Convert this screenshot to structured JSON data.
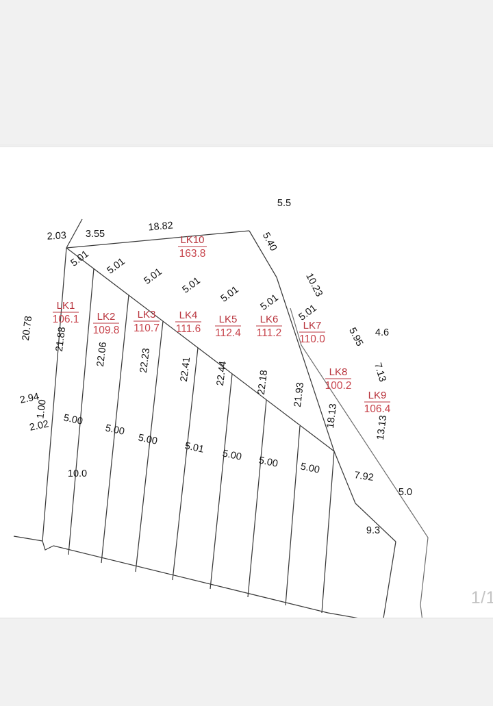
{
  "viewer": {
    "page_indicator": "1/1",
    "background_color": "#f1f1f1",
    "page_color": "#ffffff"
  },
  "plan": {
    "title": "",
    "lot_label_color": "#b8333c",
    "line_color": "#3a3a3a",
    "road_line_color": "#6e6e6e"
  },
  "lots": [
    {
      "id": "LK1",
      "area": "106.1"
    },
    {
      "id": "LK2",
      "area": "109.8"
    },
    {
      "id": "LK3",
      "area": "110.7"
    },
    {
      "id": "LK4",
      "area": "111.6"
    },
    {
      "id": "LK5",
      "area": "112.4"
    },
    {
      "id": "LK6",
      "area": "111.2"
    },
    {
      "id": "LK7",
      "area": "110.0"
    },
    {
      "id": "LK8",
      "area": "100.2"
    },
    {
      "id": "LK9",
      "area": "106.4"
    },
    {
      "id": "LK10",
      "area": "163.8"
    }
  ],
  "dimensions": {
    "top": {
      "d_2_03": "2.03",
      "d_3_55": "3.55",
      "d_18_82": "18.82",
      "d_5_5": "5.5",
      "d_5_40": "5.40",
      "d_10_23": "10.23"
    },
    "frontage_upper": {
      "f1": "5.01",
      "f2": "5.01",
      "f3": "5.01",
      "f4": "5.01",
      "f5": "5.01",
      "f6": "5.01",
      "f7": "5.01"
    },
    "depths": {
      "d_20_78": "20.78",
      "d_21_88": "21.88",
      "d_22_06": "22.06",
      "d_22_23": "22.23",
      "d_22_41": "22.41",
      "d_22_44": "22.44",
      "d_22_18": "22.18",
      "d_21_93": "21.93",
      "d_18_13": "18.13",
      "d_13_13": "13.13"
    },
    "frontage_lower": {
      "b_2_94": "2.94",
      "b_1_00": "1.00",
      "b_2_02": "2.02",
      "b1": "5.00",
      "b2": "5.00",
      "b3": "5.00",
      "b4": "5.01",
      "b5": "5.00",
      "b6": "5.00",
      "b7": "5.00",
      "b8": "7.92"
    },
    "right_side": {
      "d_5_95": "5.95",
      "d_4_6": "4.6",
      "d_7_13": "7.13",
      "d_5_0": "5.0"
    },
    "roads": {
      "d_10_0": "10.0",
      "d_9_3": "9.3"
    }
  }
}
